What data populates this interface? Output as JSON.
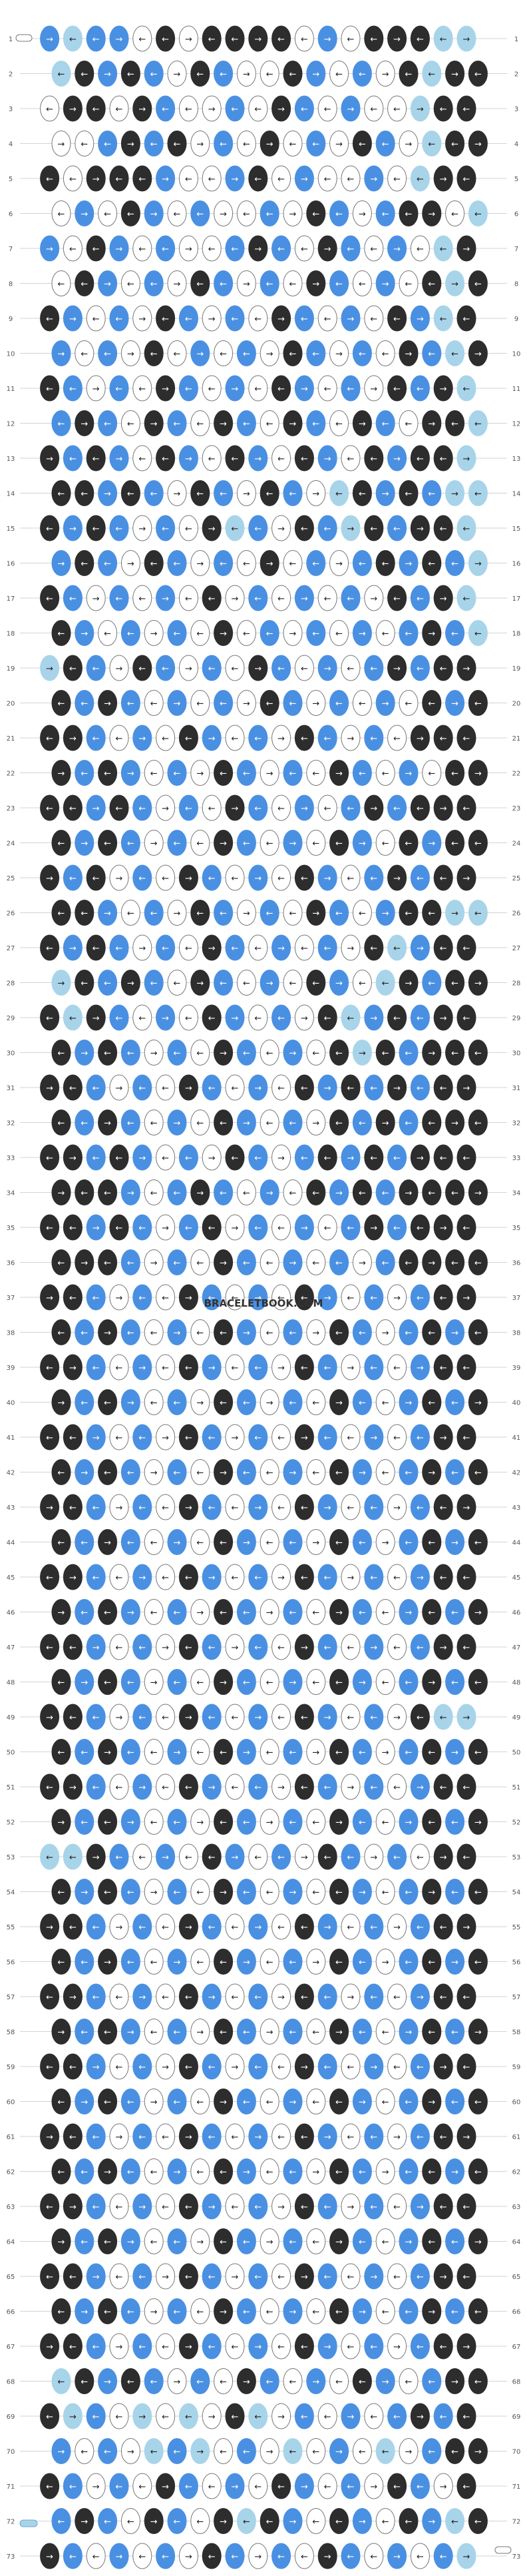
{
  "watermark": "BRACELETBOOK.COM",
  "colors": {
    "blue": "#4a90e2",
    "light": "#a8d4ea",
    "dark": "#2d2d2d",
    "white": "#ffffff",
    "line": "#c4c4c4",
    "label": "#555555"
  },
  "row_count": 73,
  "rows": [
    "BLBBWDWDDDDWBWDDDLL",
    "LDBDBWDBWWDBWBWDLDD",
    "WDDWDBWWBWDBWBWWLDD",
    "WWBDBDWBWDWBWDBWLDD",
    "DWDDDBWWBDWBWWBWLDD",
    "WBWDBWBWWBWDBWBDDWL",
    "BWDBWBWWBDBWDBWBWLD",
    "WDBWBWDBWBWDBWBWDLD",
    "DBWBWDBWBWDBWBWDBLD",
    "BWBWDWBWBWDBWBWDBLD",
    "DBWBWDBWBWDBWBWDBDL",
    "BDBWDBWDBWDBWDBWDDL",
    "DBDBWDBWDBWDBWDBDDL",
    "DDBDBWDBWDBWLDBDBLL",
    "DBDBWBWDLBWDBLDBDDL",
    "BDBWDBWBWDWBWBDBDBL",
    "DBWBWBWDWBWBWBWDBDL",
    "DBWBWBWDWBWBWBWBDBL",
    "LDBWDBWBWDBWBWBDBDD",
    "DBDBWBWBWDBWBWBWDBD",
    "DDBWBWDBWBWDBWBWDDD",
    "DBDBWBWDBWBWDBWBWDD",
    "DDBDBWBWDBWBWBDBDDD",
    "DBDBWBWDBWBWDBWDBDD",
    "DBDWBWDBWBWDBWBDBDD",
    "DDBWBWDBWBWDBWBDDLL",
    "DBDBWBWDBWBWBWDLBDD",
    "LDBDBWDBWBWDBWLDBDD",
    "DLDBWBWDBWBWDLBDBDD",
    "DBDBWBWDBWBWDLDBDDD",
    "DDBWBWDBWBWDBDBDBDD",
    "DBDBWBWDBWBWDBDBDDD",
    "DDBDBWBWDBWBDBDBDDD",
    "DDDBWBDBWBWDBDBDDDD",
    "DDBDBWBDWBWBWBDBDDD",
    "DDDBWBWDBWBWBWBDDDD",
    "DDBWBWDBWBWDBWBWBDD",
    "DBDBWBWDBWBWDBWBDBD",
    "DDBWBWDBWBWDBWBWBDD",
    "DBDBWBWDBWBWDBWBDBD",
    "DDBWBWDBWBWDBWBWBDD",
    "DBDBWBWDBWBWDBWBDBD",
    "DDBWBWDBWBWDBWBWBDD",
    "DBDBWBWDBWBWDBWBDBD",
    "DDBWBWDBWBWDBWBWBDD",
    "DBDBWBWDBWBWDBWBDBD",
    "DDBWBWDBWBWDBWBWBDD",
    "DBDBWBWDBWBWDBWBDBD",
    "DDBWBWDBWBWDBWBWDLL",
    "DBDBWBWDBWBWDBWBDBD",
    "DDBWBWDBWBWDBWBWBDD",
    "DBDBWBWDBWBWDBWBDBD",
    "LLDBWBWDBWBWDBWBWDD",
    "DBDBWBWDBWBWDBWBDBD",
    "DDBWBWDBWBWDBWBWBDD",
    "DBDBWBWDBWBWDBWBDBD",
    "DDBWBWDBWBWDBWBWBDD",
    "DBDBWBWDBWBWDBWBDBD",
    "DDBWBWDBWBWDBWBWBDD",
    "DBDBWBWDBWBWDBWBDBD",
    "DDBWBWDBWBWDBWBWBDD",
    "DBDBWBWDBWBWDBWBDBD",
    "DDBWBWDBWBWDBWBWBDD",
    "DBDBWBWDBWBWDBWBDBD",
    "DDBWBWDBWBWDBWBWBDD",
    "DBDBWBWDBWBWDBWBDBD",
    "DDBWBWDBWBWDBWBWBDD",
    "LDBDBWBWDBWBWDBWBDD",
    "DLBWLWLWDLWBWBWBDBD",
    "BWBWLBLWBWLWBWLWBDD",
    "DBWBWDBWBWDBWBWDBWD",
    "BDBWDBWDLDBWDBWDBLD",
    "DBWBWBWDBWBWDBWBWBL"
  ]
}
